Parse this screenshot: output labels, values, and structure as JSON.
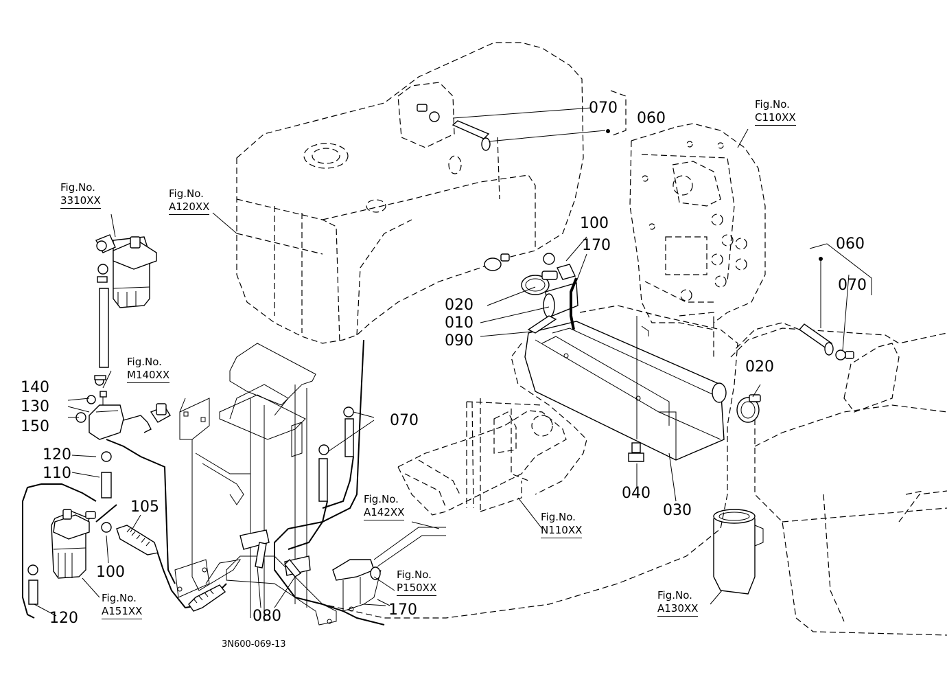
{
  "callouts": [
    {
      "id": "c070a",
      "text": "070"
    },
    {
      "id": "c060a",
      "text": "060"
    },
    {
      "id": "c100a",
      "text": "100"
    },
    {
      "id": "c170a",
      "text": "170"
    },
    {
      "id": "c020a",
      "text": "020"
    },
    {
      "id": "c010",
      "text": "010"
    },
    {
      "id": "c090",
      "text": "090"
    },
    {
      "id": "c060b",
      "text": "060"
    },
    {
      "id": "c070b",
      "text": "070"
    },
    {
      "id": "c020b",
      "text": "020"
    },
    {
      "id": "c070c",
      "text": "070"
    },
    {
      "id": "c140",
      "text": "140"
    },
    {
      "id": "c130",
      "text": "130"
    },
    {
      "id": "c150",
      "text": "150"
    },
    {
      "id": "c120a",
      "text": "120"
    },
    {
      "id": "c110",
      "text": "110"
    },
    {
      "id": "c105",
      "text": "105"
    },
    {
      "id": "c100b",
      "text": "100"
    },
    {
      "id": "c120b",
      "text": "120"
    },
    {
      "id": "c080",
      "text": "080"
    },
    {
      "id": "c170b",
      "text": "170"
    },
    {
      "id": "c040",
      "text": "040"
    },
    {
      "id": "c030",
      "text": "030"
    }
  ],
  "figure_refs": [
    {
      "id": "f3310",
      "prefix": "Fig.No.",
      "code": "3310XX"
    },
    {
      "id": "fa120",
      "prefix": "Fig.No.",
      "code": "A120XX"
    },
    {
      "id": "fc110",
      "prefix": "Fig.No.",
      "code": "C110XX"
    },
    {
      "id": "fm140",
      "prefix": "Fig.No.",
      "code": "M140XX"
    },
    {
      "id": "fa142",
      "prefix": "Fig.No.",
      "code": "A142XX"
    },
    {
      "id": "fn110",
      "prefix": "Fig.No.",
      "code": "N110XX"
    },
    {
      "id": "fp150",
      "prefix": "Fig.No.",
      "code": "P150XX"
    },
    {
      "id": "fa151",
      "prefix": "Fig.No.",
      "code": "A151XX"
    },
    {
      "id": "fa130",
      "prefix": "Fig.No.",
      "code": "A130XX"
    }
  ],
  "drawing_number": "3N600-069-13"
}
